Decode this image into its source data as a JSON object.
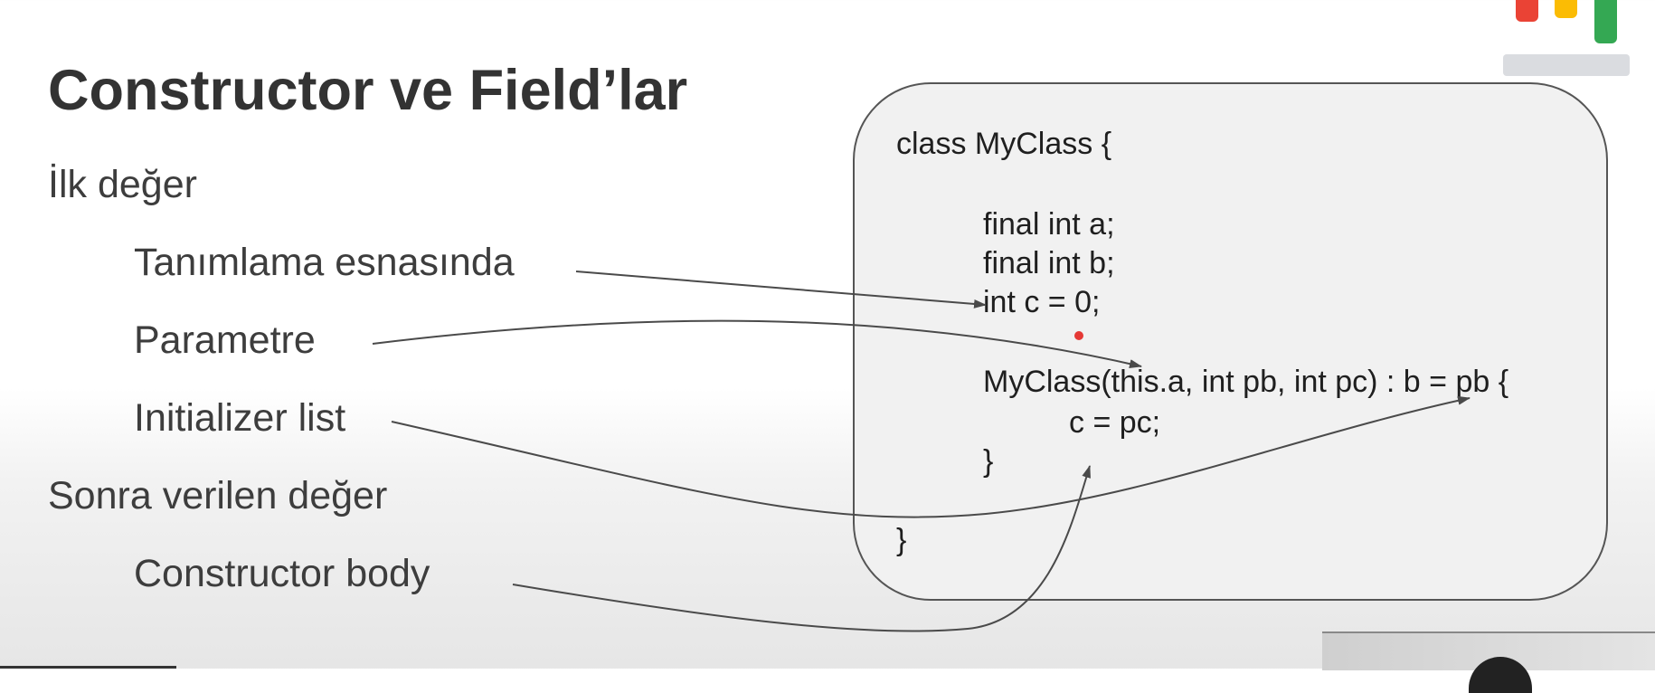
{
  "slide": {
    "title": "Constructor ve Field’lar",
    "bullets": {
      "ilk_deger": "İlk değer",
      "tanimlama": "Tanımlama esnasında",
      "parametre": "Parametre",
      "initializer": "Initializer list",
      "sonra": "Sonra verilen değer",
      "constructor_body": "Constructor body"
    },
    "code": {
      "line1": "class MyClass {",
      "line2": "final int a;",
      "line3": "final int b;",
      "line4": "int c = 0;",
      "line5": "MyClass(this.a, int pb, int pc) : b = pb {",
      "line6": "c = pc;",
      "line7": "}",
      "line8": "}"
    }
  },
  "colors": {
    "logo_red": "#ea4335",
    "logo_yellow": "#fbbc04",
    "logo_green": "#34a853",
    "laser": "#e53935"
  }
}
